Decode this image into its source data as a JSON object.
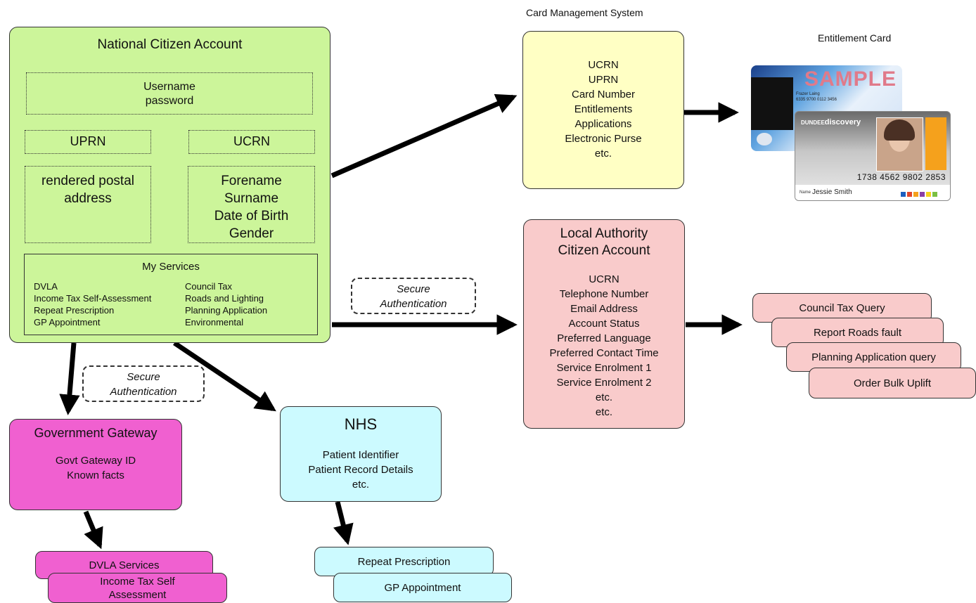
{
  "nca": {
    "title": "National Citizen Account",
    "username": "Username",
    "password": "password",
    "uprn": "UPRN",
    "ucrn": "UCRN",
    "address": [
      "rendered postal",
      "address"
    ],
    "personal": [
      "Forename",
      "Surname",
      "Date of Birth",
      "Gender"
    ],
    "my_services_title": "My Services",
    "services_left": [
      "DVLA",
      "Income Tax Self-Assessment",
      "Repeat Prescription",
      "GP Appointment"
    ],
    "services_right": [
      "Council Tax",
      "Roads and Lighting",
      "Planning Application",
      "Environmental"
    ]
  },
  "cms": {
    "caption": "Card Management System",
    "lines": [
      "UCRN",
      "UPRN",
      "Card Number",
      "Entitlements",
      "Applications",
      "Electronic Purse",
      "etc."
    ]
  },
  "card": {
    "caption": "Entitlement Card",
    "sample": "SAMPLE",
    "back_name": "Frazer Laing",
    "back_number": "6335 9700 0112 3456",
    "brand_prefix": "DUNDEE",
    "brand_suffix": "discovery",
    "number": "1738 4562 9802 2853",
    "name_label": "Name",
    "name": "Jessie Smith"
  },
  "la": {
    "title": [
      "Local Authority",
      "Citizen Account"
    ],
    "lines": [
      "UCRN",
      "Telephone Number",
      "Email Address",
      "Account Status",
      "Preferred Language",
      "Preferred Contact Time",
      "Service Enrolment 1",
      "Service Enrolment 2",
      "etc.",
      "etc."
    ]
  },
  "la_services": [
    "Council Tax Query",
    "Report Roads fault",
    "Planning Application query",
    "Order Bulk Uplift"
  ],
  "secure_auth": [
    "Secure",
    "Authentication"
  ],
  "gg": {
    "title": "Government Gateway",
    "lines": [
      "Govt Gateway ID",
      "Known facts"
    ]
  },
  "gg_services": [
    "DVLA Services",
    "Income Tax Self",
    "Assessment"
  ],
  "nhs": {
    "title": "NHS",
    "lines": [
      "Patient Identifier",
      "Patient Record Details",
      "etc."
    ]
  },
  "nhs_services": [
    "Repeat Prescription",
    "GP Appointment"
  ],
  "colors": {
    "green": "#ccf59a",
    "yellow": "#ffffc4",
    "pink": "#f9cbcb",
    "magenta": "#f060d0",
    "cyan": "#ccfaff"
  }
}
